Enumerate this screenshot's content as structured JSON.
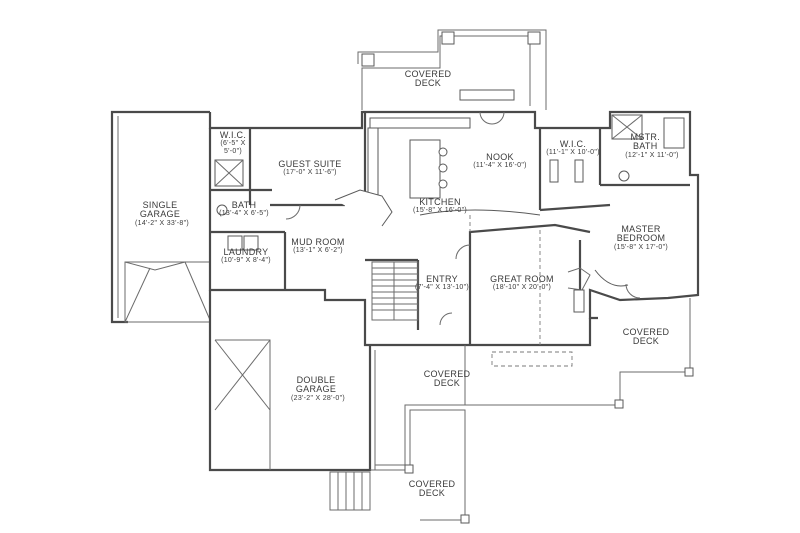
{
  "rooms": {
    "covered_deck_top": {
      "name": "COVERED DECK",
      "dims": ""
    },
    "wic_guest": {
      "name": "W.I.C.",
      "dims": "(6'-5\" X 5'-0\")"
    },
    "guest_suite": {
      "name": "GUEST SUITE",
      "dims": "(17'-0\" X 11'-6\")"
    },
    "bath_guest": {
      "name": "BATH",
      "dims": "(13'-4\" X 6'-5\")"
    },
    "laundry": {
      "name": "LAUNDRY",
      "dims": "(10'-9\" X 8'-4\")"
    },
    "mud_room": {
      "name": "MUD ROOM",
      "dims": "(13'-1\" X 6'-2\")"
    },
    "single_garage": {
      "name": "SINGLE GARAGE",
      "dims": "(14'-2\" X 33'-8\")"
    },
    "kitchen": {
      "name": "KITCHEN",
      "dims": "(15'-8\" X 16'-0\")"
    },
    "nook": {
      "name": "NOOK",
      "dims": "(11'-4\" X 16'-0\")"
    },
    "wic_master": {
      "name": "W.I.C.",
      "dims": "(11'-1\" X 10'-0\")"
    },
    "mstr_bath": {
      "name": "MSTR. BATH",
      "dims": "(12'-1\" X 11'-0\")"
    },
    "master_bedroom": {
      "name": "MASTER BEDROOM",
      "dims": "(15'-8\" X 17'-0\")"
    },
    "entry": {
      "name": "ENTRY",
      "dims": "(7'-4\" X 13'-10\")"
    },
    "great_room": {
      "name": "GREAT ROOM",
      "dims": "(18'-10\" X 20'-0\")"
    },
    "covered_deck_right": {
      "name": "COVERED DECK",
      "dims": ""
    },
    "covered_deck_mid": {
      "name": "COVERED DECK",
      "dims": ""
    },
    "double_garage": {
      "name": "DOUBLE GARAGE",
      "dims": "(23'-2\" X 28'-0\")"
    },
    "covered_deck_bottom": {
      "name": "COVERED DECK",
      "dims": ""
    }
  }
}
